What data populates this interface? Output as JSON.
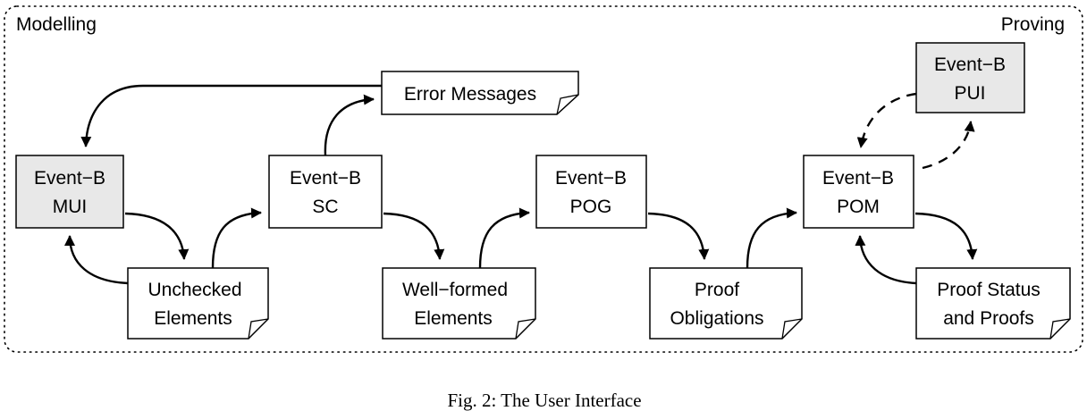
{
  "regions": {
    "left": "Modelling",
    "right": "Proving"
  },
  "nodes": {
    "mui": {
      "line1": "Event−B",
      "line2": "MUI"
    },
    "sc": {
      "line1": "Event−B",
      "line2": "SC"
    },
    "pog": {
      "line1": "Event−B",
      "line2": "POG"
    },
    "pom": {
      "line1": "Event−B",
      "line2": "POM"
    },
    "pui": {
      "line1": "Event−B",
      "line2": "PUI"
    }
  },
  "documents": {
    "error_messages": {
      "line1": "Error Messages"
    },
    "unchecked": {
      "line1": "Unchecked",
      "line2": "Elements"
    },
    "wellformed": {
      "line1": "Well−formed",
      "line2": "Elements"
    },
    "obligations": {
      "line1": "Proof",
      "line2": "Obligations"
    },
    "status": {
      "line1": "Proof Status",
      "line2": "and Proofs"
    }
  },
  "caption": "Fig. 2: The User Interface",
  "colors": {
    "shaded_fill": "#e8e8e8",
    "plain_fill": "#ffffff",
    "stroke": "#000000"
  }
}
